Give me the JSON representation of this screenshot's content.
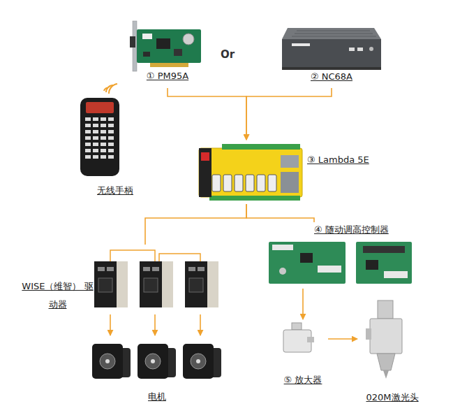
{
  "diagram": {
    "nodes": [
      {
        "text": [
          "① PM95A"
        ]
      },
      {
        "text": [
          "② NC68A"
        ]
      },
      {
        "text": [
          "无线手柄"
        ]
      },
      {
        "text": [
          "③ Lambda 5E"
        ]
      },
      {
        "text": [
          "④ 随动调高控制器"
        ]
      },
      {
        "text": [
          "WISE（维智） 驱动器"
        ]
      },
      {
        "text": [
          "电机"
        ]
      },
      {
        "text": [
          "⑤ 放大器"
        ]
      },
      {
        "text": [
          "020M激光头"
        ]
      }
    ],
    "edges": [
      {
        "from": 0,
        "to": 3,
        "arrow": "to"
      },
      {
        "from": 1,
        "to": 3,
        "arrow": "to"
      },
      {
        "from": 3,
        "to": 5,
        "arrow": "none"
      },
      {
        "from": 3,
        "to": 4,
        "arrow": "none"
      },
      {
        "from": 5,
        "to": 6,
        "arrow": "to"
      },
      {
        "from": 4,
        "to": 7,
        "arrow": "to"
      },
      {
        "from": 7,
        "to": 8,
        "arrow": "to"
      }
    ],
    "labels": [
      "Or"
    ]
  }
}
